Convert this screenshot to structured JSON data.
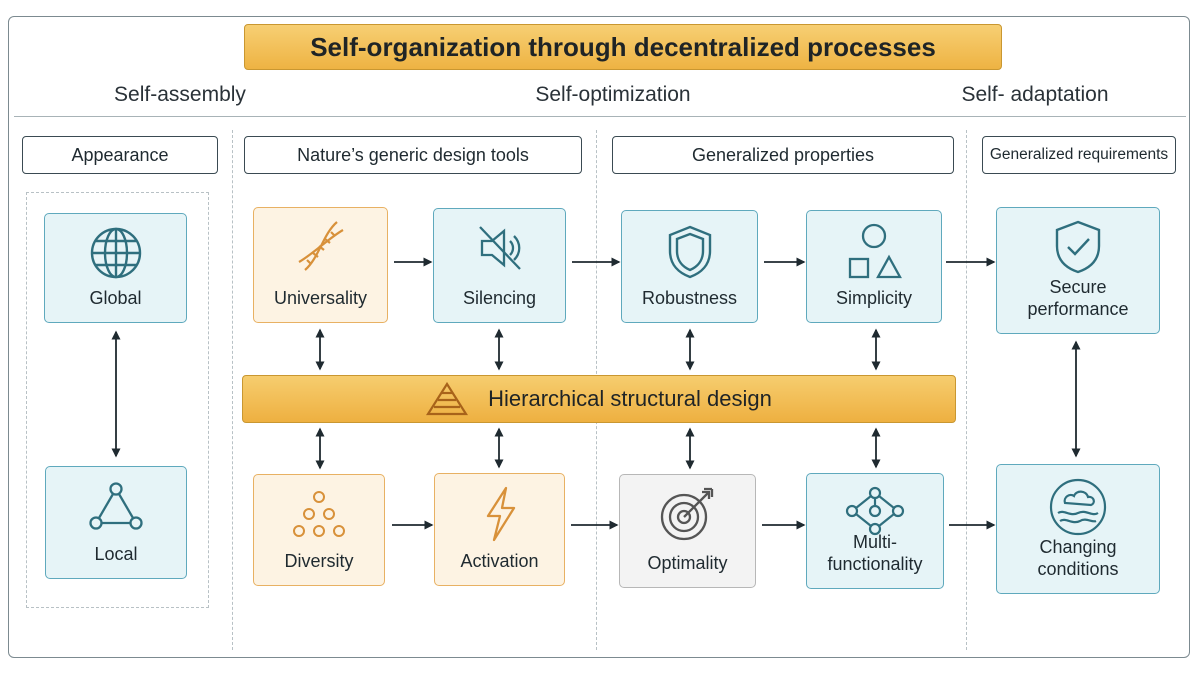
{
  "title": "Self-organization through decentralized processes",
  "columns": {
    "left": "Self-assembly",
    "middle": "Self-optimization",
    "right": "Self- adaptation"
  },
  "section_labels": {
    "appearance": "Appearance",
    "tools": "Nature’s generic design tools",
    "properties": "Generalized properties",
    "requirements": "Generalized requirements"
  },
  "nodes": {
    "global": {
      "label": "Global",
      "icon": "globe-icon"
    },
    "local": {
      "label": "Local",
      "icon": "triangle-network-icon"
    },
    "universality": {
      "label": "Universality",
      "icon": "dna-icon"
    },
    "silencing": {
      "label": "Silencing",
      "icon": "muted-speaker-icon"
    },
    "robustness": {
      "label": "Robustness",
      "icon": "shield-icon"
    },
    "simplicity": {
      "label": "Simplicity",
      "icon": "basic-shapes-icon"
    },
    "secure_performance": {
      "label": "Secure\nperformance",
      "icon": "shield-check-icon"
    },
    "diversity": {
      "label": "Diversity",
      "icon": "dots-pyramid-icon"
    },
    "activation": {
      "label": "Activation",
      "icon": "lightning-icon"
    },
    "optimality": {
      "label": "Optimality",
      "icon": "target-icon"
    },
    "multifunctionality": {
      "label": "Multi-\nfunctionality",
      "icon": "node-network-icon"
    },
    "changing_conditions": {
      "label": "Changing\nconditions",
      "icon": "weather-icon"
    }
  },
  "hierarchy_band": {
    "label": "Hierarchical structural design",
    "icon": "pyramid-icon"
  },
  "colors": {
    "banner": "#eeb343",
    "blue_fill": "#e6f4f7",
    "blue_stroke": "#2f6f7e",
    "orange_fill": "#fdf3e3",
    "orange_stroke": "#d8913a",
    "gray_fill": "#f3f3f3"
  }
}
